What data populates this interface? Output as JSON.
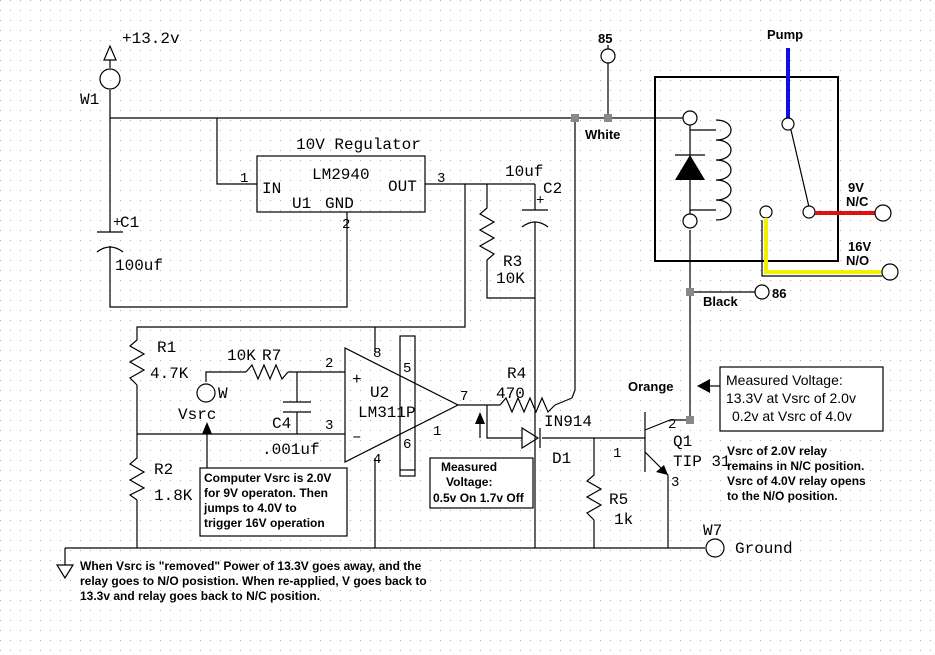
{
  "supply": {
    "voltage": "+13.2v",
    "terminal": "W1"
  },
  "regulator": {
    "title": "10V Regulator",
    "part": "LM2940",
    "ref": "U1",
    "in": "IN",
    "out": "OUT",
    "gnd": "GND",
    "pin_in": "1",
    "pin_out": "3",
    "pin_gnd": "2"
  },
  "c1": {
    "ref": "C1",
    "value": "100uf"
  },
  "c2": {
    "ref": "C2",
    "value": "10uf"
  },
  "r3": {
    "ref": "R3",
    "value": "10K"
  },
  "r1": {
    "ref": "R1",
    "value": "4.7K"
  },
  "r2": {
    "ref": "R2",
    "value": "1.8K"
  },
  "r7": {
    "ref": "R7",
    "value": "10K"
  },
  "c4": {
    "ref": "C4",
    "value": ".001uf"
  },
  "vsrc": {
    "terminal": "W",
    "name": "Vsrc"
  },
  "opamp": {
    "ref": "U2",
    "part": "LM311P",
    "plus": "+",
    "minus": "–",
    "pin8": "8",
    "pin5": "5",
    "pin2": "2",
    "pin3": "3",
    "pin7": "7",
    "pin1": "1",
    "pin4": "4",
    "pin6": "6"
  },
  "r4": {
    "ref": "R4",
    "value": "470"
  },
  "d1": {
    "ref": "D1",
    "part": "IN914"
  },
  "r5": {
    "ref": "R5",
    "value": "1k"
  },
  "q1": {
    "ref": "Q1",
    "part": "TIP 31",
    "pin1": "1",
    "pin2": "2",
    "pin3": "3"
  },
  "ground": {
    "terminal": "W7",
    "label": "Ground"
  },
  "relay": {
    "pin85": "85",
    "pin86": "86",
    "white": "White",
    "black": "Black",
    "orange": "Orange",
    "pump": "Pump",
    "nc_line1": "9V",
    "nc_line2": "N/C",
    "no_line1": "16V",
    "no_line2": "N/O"
  },
  "notes": {
    "computer": [
      "Computer Vsrc is 2.0V",
      "for 9V operaton. Then",
      "jumps to 4.0V to",
      "trigger 16V operation"
    ],
    "measured_opamp": [
      "Measured",
      "Voltage:",
      "0.5v On 1.7v Off"
    ],
    "measured_relay": [
      "Measured Voltage:",
      "13.3V at Vsrc of 2.0v",
      "0.2v at Vsrc of 4.0v"
    ],
    "relay_behavior": [
      "Vsrc of 2.0V relay",
      "remains in N/C position.",
      "Vsrc of 4.0V relay opens",
      "to the N/O position."
    ],
    "removed": [
      "When Vsrc is \"removed\" Power of 13.3V goes away, and the",
      "relay goes to N/O posistion. When re-applied, V goes back to",
      "13.3v and relay goes back to N/C position."
    ]
  },
  "colors": {
    "pump_wire": "#1010e0",
    "nc_wire": "#e01010",
    "no_wire": "#f0f000"
  }
}
